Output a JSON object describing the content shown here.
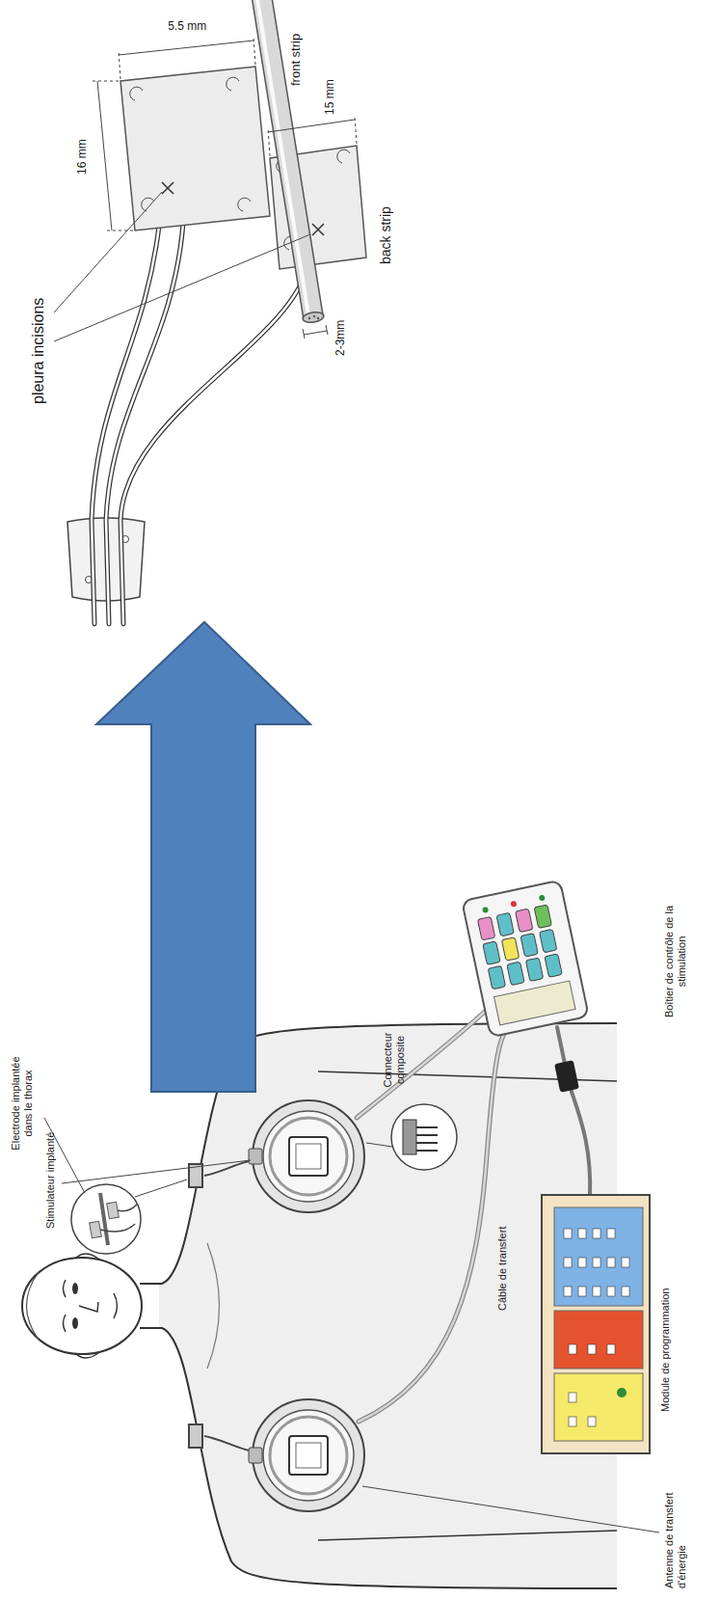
{
  "diagram": {
    "labels": [
      "Electrode implantée dans le thorax",
      "Stimulateur implanté",
      "Connecteur composite",
      "Antenne de transfert d'énergie",
      "Câble de transfert",
      "Module de programmation",
      "Boîtier de contrôle de la stimulation",
      "pleura incisions",
      "front strip",
      "5.5 mm",
      "15 mm",
      "16 mm",
      "2-3mm",
      "back strip"
    ]
  }
}
